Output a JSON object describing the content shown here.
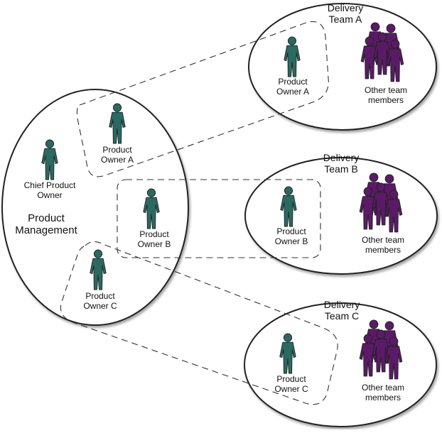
{
  "colors": {
    "product_owner": "#2a6a63",
    "team_member": "#5b1a67",
    "stroke": "#222222",
    "background": "#ffffff"
  },
  "product_management": {
    "label_line1": "Product",
    "label_line2": "Management",
    "chief": {
      "line1": "Chief Product",
      "line2": "Owner",
      "icon": "person-icon"
    },
    "owners": [
      {
        "line1": "Product",
        "line2": "Owner A",
        "icon": "person-icon"
      },
      {
        "line1": "Product",
        "line2": "Owner B",
        "icon": "person-icon"
      },
      {
        "line1": "Product",
        "line2": "Owner C",
        "icon": "person-icon"
      }
    ]
  },
  "teams": [
    {
      "title_line1": "Delivery",
      "title_line2": "Team A",
      "owner_line1": "Product",
      "owner_line2": "Owner A",
      "members_line1": "Other team",
      "members_line2": "members",
      "members_icon": "group-icon"
    },
    {
      "title_line1": "Delivery",
      "title_line2": "Team B",
      "owner_line1": "Product",
      "owner_line2": "Owner B",
      "members_line1": "Other team",
      "members_line2": "members",
      "members_icon": "group-icon"
    },
    {
      "title_line1": "Delivery",
      "title_line2": "Team C",
      "owner_line1": "Product",
      "owner_line2": "Owner C",
      "members_line1": "Other team",
      "members_line2": "members",
      "members_icon": "group-icon"
    }
  ]
}
